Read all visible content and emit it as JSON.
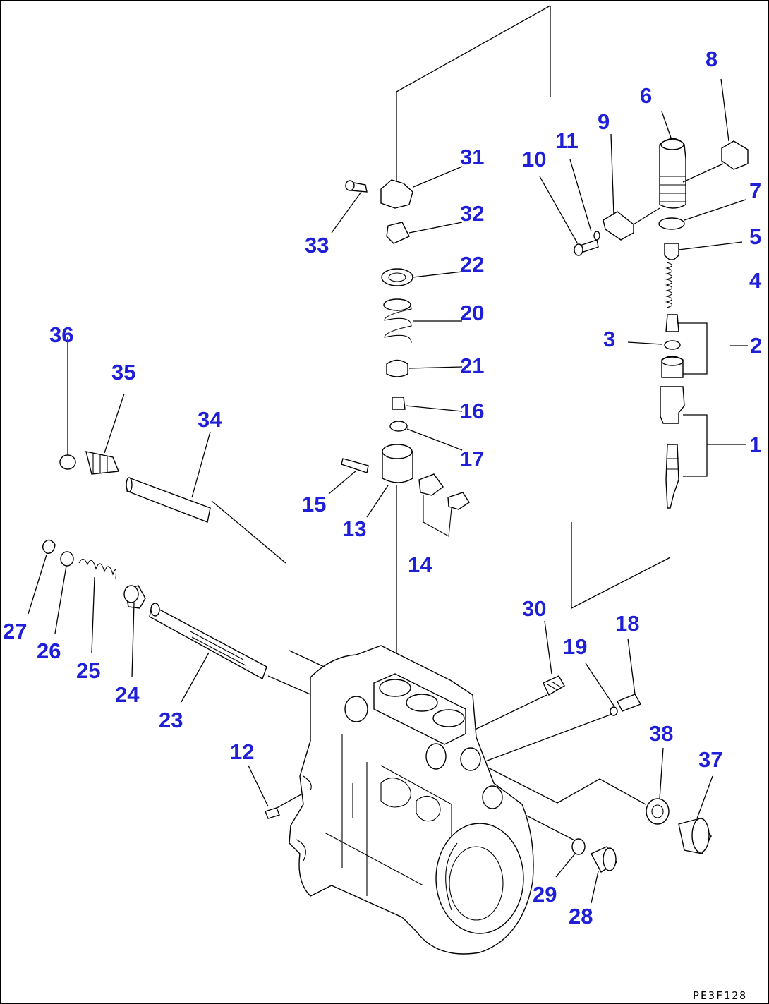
{
  "diagram": {
    "drawing_code": "PE3F128",
    "callout_color": "#1f1fd6",
    "callouts": {
      "n1": "1",
      "n2": "2",
      "n3": "3",
      "n4": "4",
      "n5": "5",
      "n6": "6",
      "n7": "7",
      "n8": "8",
      "n9": "9",
      "n10": "10",
      "n11": "11",
      "n12": "12",
      "n13": "13",
      "n14": "14",
      "n15": "15",
      "n16": "16",
      "n17": "17",
      "n18": "18",
      "n19": "19",
      "n20": "20",
      "n21": "21",
      "n22": "22",
      "n23": "23",
      "n24": "24",
      "n25": "25",
      "n26": "26",
      "n27": "27",
      "n28": "28",
      "n29": "29",
      "n30": "30",
      "n31": "31",
      "n32": "32",
      "n33": "33",
      "n34": "34",
      "n35": "35",
      "n36": "36",
      "n37": "37",
      "n38": "38"
    }
  }
}
